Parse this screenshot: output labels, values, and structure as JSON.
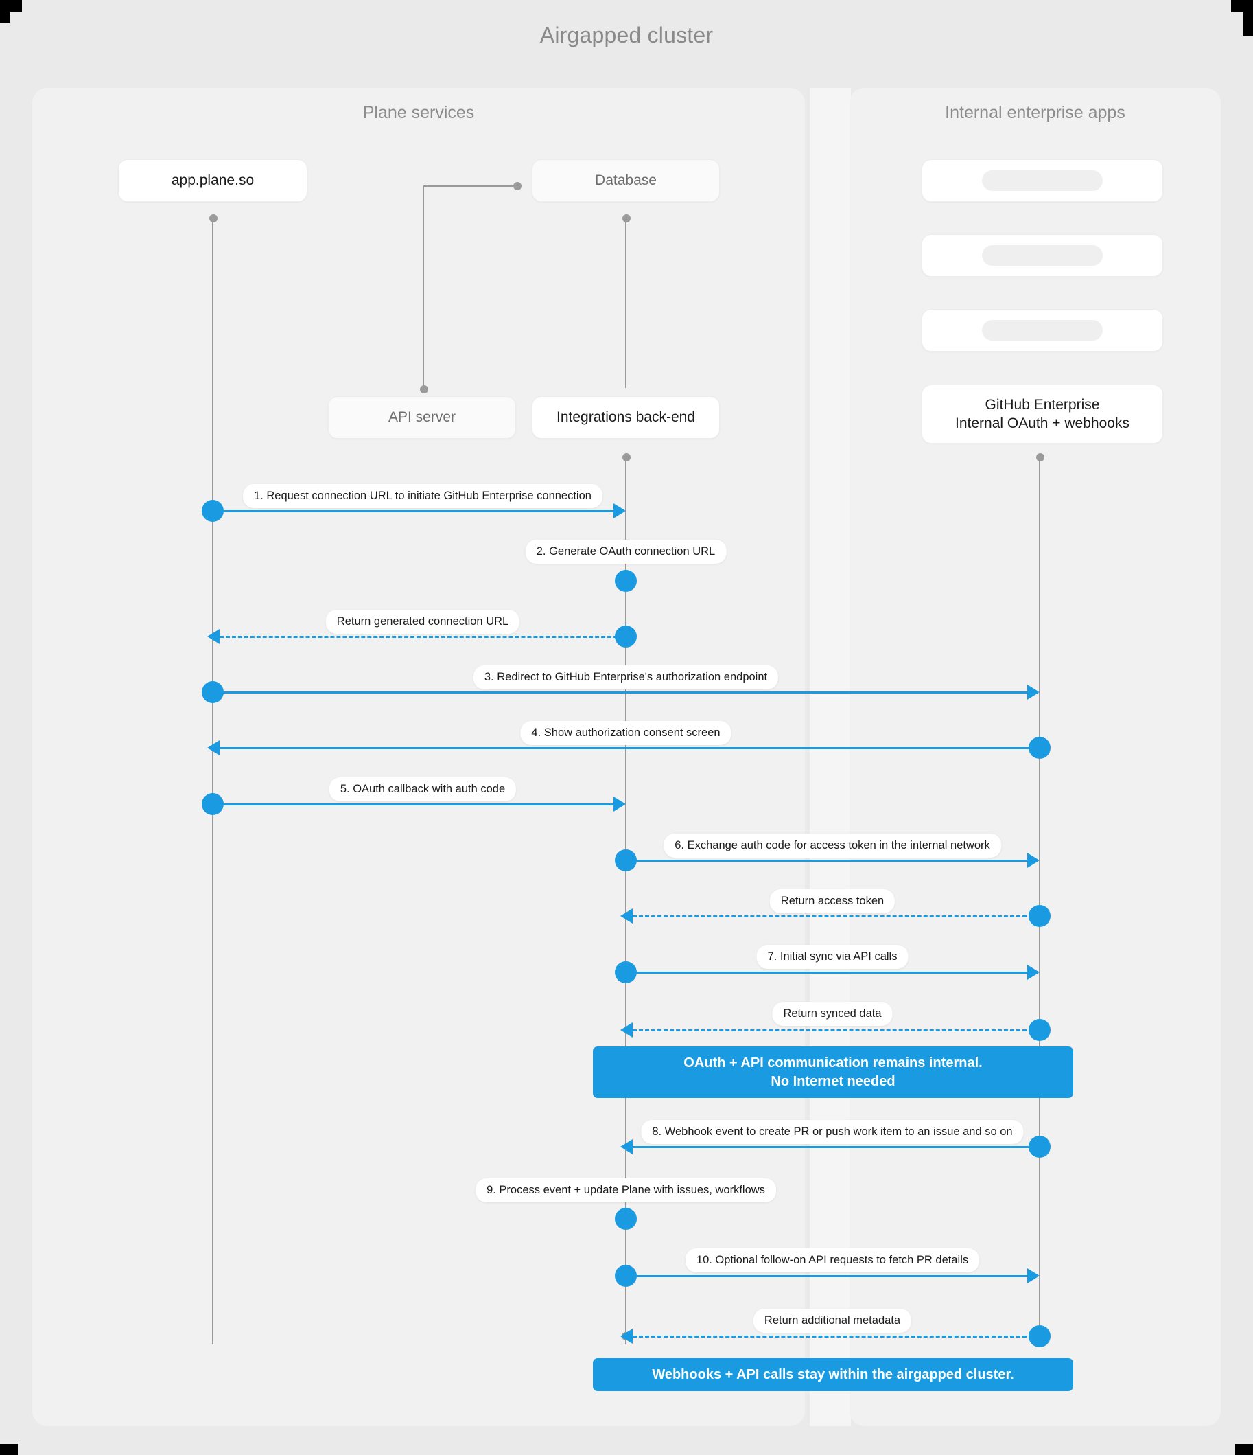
{
  "title": "Airgapped cluster",
  "panels": {
    "left": {
      "title": "Plane services"
    },
    "right": {
      "title": "Internal enterprise apps"
    }
  },
  "nodes": {
    "app": "app.plane.so",
    "database": "Database",
    "api_server": "API server",
    "integrations": "Integrations back-end",
    "github": "GitHub Enterprise\nInternal OAuth + webhooks",
    "placeholder_1": "",
    "placeholder_2": "",
    "placeholder_3": ""
  },
  "messages": [
    {
      "id": 1,
      "label": "1. Request connection URL to initiate GitHub Enterprise connection"
    },
    {
      "id": 2,
      "label": "2. Generate OAuth connection URL"
    },
    {
      "id": 3,
      "label": "Return generated connection URL"
    },
    {
      "id": 4,
      "label": "3. Redirect to GitHub Enterprise's authorization endpoint"
    },
    {
      "id": 5,
      "label": "4. Show authorization consent screen"
    },
    {
      "id": 6,
      "label": "5. OAuth callback with auth code"
    },
    {
      "id": 7,
      "label": "6. Exchange auth code for access token in the internal network"
    },
    {
      "id": 8,
      "label": "Return access token"
    },
    {
      "id": 9,
      "label": "7. Initial sync via API calls"
    },
    {
      "id": 10,
      "label": "Return synced data"
    },
    {
      "id": 11,
      "label": "8. Webhook event to create PR  or push work item to an issue  and so on"
    },
    {
      "id": 12,
      "label": "9. Process event + update Plane with issues, workflows"
    },
    {
      "id": 13,
      "label": "10. Optional follow-on API requests to fetch PR details"
    },
    {
      "id": 14,
      "label": "Return additional metadata"
    }
  ],
  "notes": [
    {
      "id": "note-internal",
      "line1": "OAuth + API communication remains internal.",
      "line2": "No Internet needed"
    },
    {
      "id": "note-airgapped",
      "line1": "Webhooks + API calls stay within the airgapped cluster.",
      "line2": ""
    }
  ],
  "colors": {
    "accent": "#1a9ae0",
    "lifeline": "#9a9a9a",
    "panel": "#f1f1f1",
    "background": "#eaeaea",
    "title": "#8a8a8a"
  }
}
